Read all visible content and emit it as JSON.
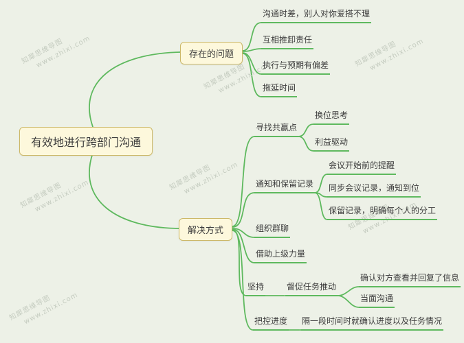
{
  "watermark": {
    "line1": "知犀思维导图",
    "line2": "www.zhixi.com"
  },
  "colors": {
    "background": "#edf1e7",
    "line": "#5eb95e",
    "node_fill": "#fdf8dc",
    "node_border": "#ccb868",
    "text": "#3c3c3c",
    "watermark": "#c5ccc0"
  },
  "mindmap": {
    "root": {
      "label": "有效地进行跨部门沟通"
    },
    "branches": [
      {
        "label": "存在的问题",
        "children": [
          {
            "label": "沟通时差，别人对你爱搭不理"
          },
          {
            "label": "互相推卸责任"
          },
          {
            "label": "执行与预期有偏差"
          },
          {
            "label": "拖延时间"
          }
        ]
      },
      {
        "label": "解决方式",
        "children": [
          {
            "label": "寻找共赢点",
            "children": [
              {
                "label": "换位思考"
              },
              {
                "label": "利益驱动"
              }
            ]
          },
          {
            "label": "通知和保留记录",
            "children": [
              {
                "label": "会议开始前的提醒"
              },
              {
                "label": "同步会议记录，通知到位"
              },
              {
                "label": "保留记录，明确每个人的分工"
              }
            ]
          },
          {
            "label": "组织群聊",
            "children": []
          },
          {
            "label": "借助上级力量",
            "children": []
          },
          {
            "label": "坚持",
            "children": [
              {
                "label": "督促任务推动",
                "children": [
                  {
                    "label": "确认对方查看并回复了信息"
                  },
                  {
                    "label": "当面沟通"
                  }
                ]
              }
            ]
          },
          {
            "label": "把控进度",
            "children": [
              {
                "label": "隔一段时间时就确认进度以及任务情况"
              }
            ]
          }
        ]
      }
    ]
  }
}
